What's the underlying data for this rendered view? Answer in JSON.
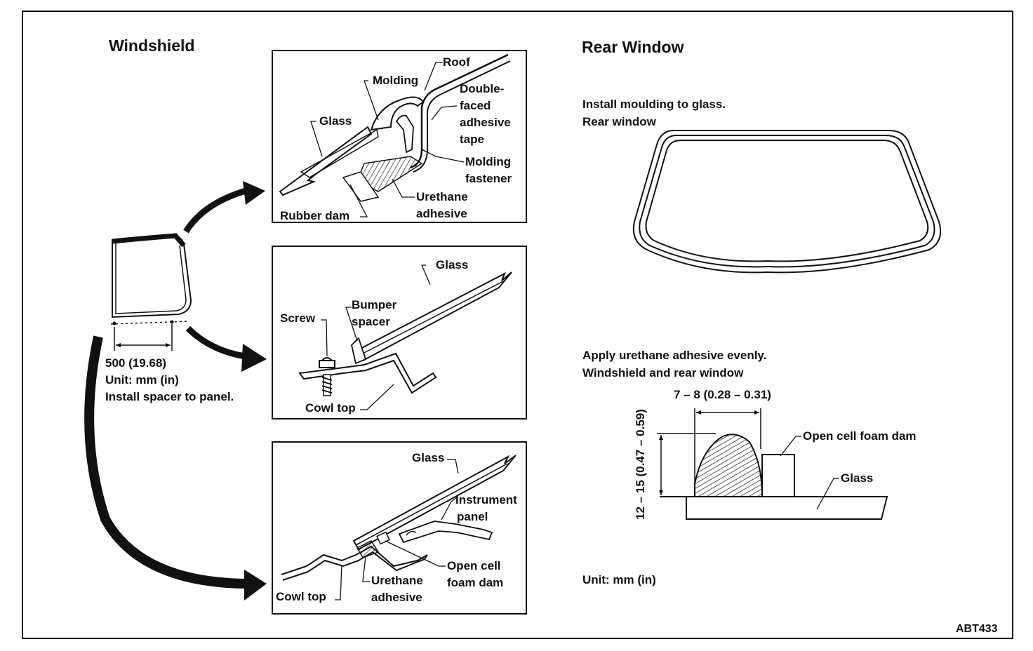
{
  "figure_id": "ABT433",
  "windshield": {
    "heading": "Windshield",
    "overview": {
      "dimension": "500 (19.68)",
      "unit": "Unit: mm (in)",
      "instruction": "Install spacer to panel."
    },
    "roof_detail": {
      "labels": {
        "roof": "Roof",
        "molding": "Molding",
        "glass": "Glass",
        "tape_1": "Double-",
        "tape_2": "faced",
        "tape_3": "adhesive",
        "tape_4": "tape",
        "fastener_1": "Molding",
        "fastener_2": "fastener",
        "urethane_1": "Urethane",
        "urethane_2": "adhesive",
        "rubber_dam": "Rubber dam"
      }
    },
    "cowl_detail": {
      "labels": {
        "glass": "Glass",
        "screw": "Screw",
        "bumper_1": "Bumper",
        "bumper_2": "spacer",
        "cowl_top": "Cowl top"
      }
    },
    "panel_detail": {
      "labels": {
        "glass": "Glass",
        "instrument_1": "Instrument",
        "instrument_2": "panel",
        "foam_1": "Open cell",
        "foam_2": "foam dam",
        "urethane_1": "Urethane",
        "urethane_2": "adhesive",
        "cowl_top": "Cowl top"
      }
    }
  },
  "rear_window": {
    "heading": "Rear Window",
    "step1_line1": "Install moulding to glass.",
    "step1_line2": "Rear window",
    "step2_line1": "Apply urethane adhesive evenly.",
    "step2_line2": "Windshield and rear window",
    "bead": {
      "width_dim": "7 – 8 (0.28 – 0.31)",
      "height_dim": "12 – 15 (0.47 – 0.59)",
      "foam_dam": "Open cell foam dam",
      "glass": "Glass"
    },
    "unit": "Unit: mm (in)"
  }
}
